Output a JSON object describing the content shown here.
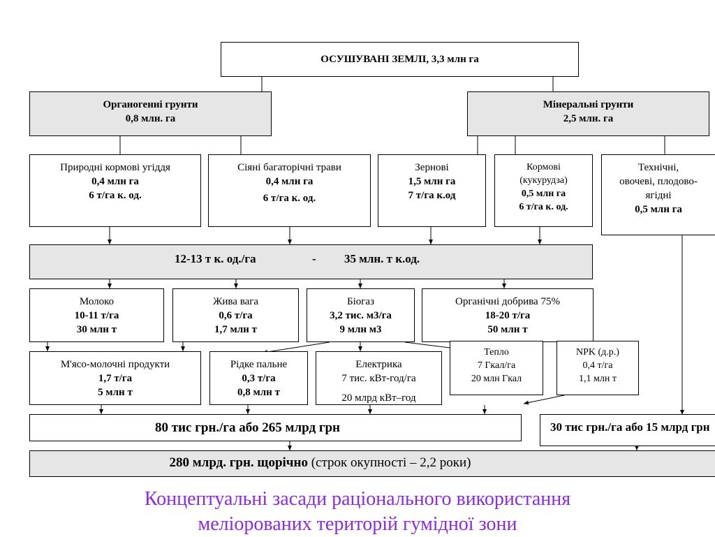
{
  "root": {
    "title": "ОСУШУВАНІ ЗЕМЛІ, 3,3 млн га"
  },
  "organogenic": {
    "title": "Органогенні грунти",
    "area": "0,8 млн. га"
  },
  "mineral": {
    "title": "Мінеральні грунти",
    "area": "2,5 млн. га"
  },
  "crops": [
    {
      "name": "Природні кормові угіддя",
      "l1": "0,4 млн га",
      "l2": "6 т/га к. од."
    },
    {
      "name": "Сіяні багаторічні трави",
      "l1": "0,4 млн га",
      "l2": "6 т/га к. од."
    },
    {
      "name": "Зернові",
      "l1": "1,5 млн га",
      "l2": "7 т/га к.од"
    },
    {
      "name": "Кормові",
      "name2": "(кукурудза)",
      "l1": "0,5 млн га",
      "l2": "6 т/га к. од."
    },
    {
      "name": "Технічні,",
      "name2": "овочеві, плодово-",
      "name3": "ягідні",
      "l1": "0,5 млн га"
    }
  ],
  "yield_bar": {
    "left": "12-13 т к. од./га",
    "sep": "-",
    "right": "35 млн. т  к.од."
  },
  "products": [
    {
      "name": "Молоко",
      "l1": "10-11 т/га",
      "l2": "30 млн т"
    },
    {
      "name": "Жива вага",
      "l1": "0,6 т/га",
      "l2": "1,7 млн т"
    },
    {
      "name": "Біогаз",
      "l1": "3,2 тис. м3/га",
      "l2": "9 млн м3"
    },
    {
      "name": "Органічні добрива 75%",
      "l1": "18-20 т/га",
      "l2": "50 млн т"
    }
  ],
  "outputs": [
    {
      "name": "М'ясо-молочні продукти",
      "l1": "1,7 т/га",
      "l2": "5 млн т"
    },
    {
      "name": "Рідке пальне",
      "l1": "0,3 т/га",
      "l2": "0,8 млн т"
    },
    {
      "name": "Електрика",
      "l1": "7 тис. кВт-год/га",
      "l2": "20 млрд кВт–год"
    },
    {
      "name": "Тепло",
      "l1": "7 Гкал/га",
      "l2": "20 млн Гкал"
    },
    {
      "name": "NPK (д.р.)",
      "l1": "0,4 т/га",
      "l2": "1,1 млн т"
    }
  ],
  "income_left": "80 тис грн./га або 265 млрд грн",
  "income_right": "30 тис грн./га або 15 млрд грн",
  "total": {
    "bold": "280 млрд. грн. щорічно",
    "rest": " (строк окупності – 2,2 роки)"
  },
  "caption": {
    "line1": "Концептуальні засади раціонального використання",
    "line2": "меліорованих територій гумідної зони"
  }
}
